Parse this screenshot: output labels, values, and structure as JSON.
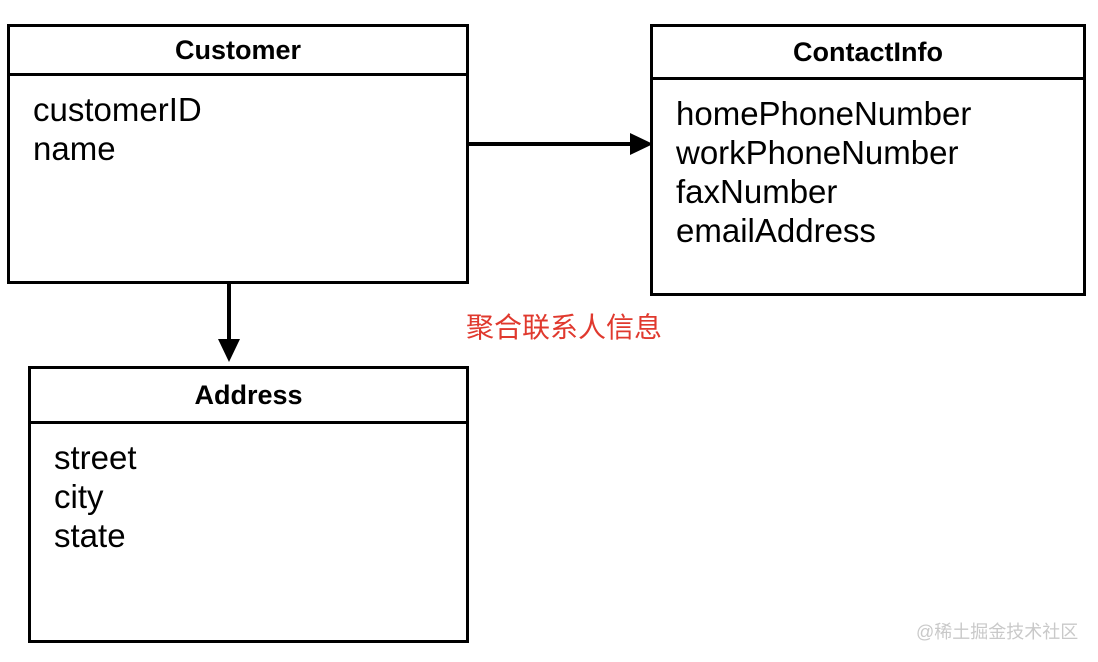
{
  "diagram": {
    "type": "uml-class-diagram",
    "classes": [
      {
        "title": "Customer",
        "fields": [
          "customerID",
          "name"
        ]
      },
      {
        "title": "ContactInfo",
        "fields": [
          "homePhoneNumber",
          "workPhoneNumber",
          "faxNumber",
          "emailAddress"
        ]
      },
      {
        "title": "Address",
        "fields": [
          "street",
          "city",
          "state"
        ]
      }
    ],
    "relations": [
      {
        "from": "Customer",
        "to": "ContactInfo",
        "style": "solid-arrow",
        "direction": "right"
      },
      {
        "from": "Customer",
        "to": "Address",
        "style": "solid-arrow",
        "direction": "down"
      }
    ],
    "annotation": {
      "text": "聚合联系人信息",
      "color": "#e0392e"
    },
    "watermark": {
      "text": "@稀土掘金技术社区",
      "color": "#c9c9c9"
    },
    "colors": {
      "background": "#ffffff",
      "box_border": "#000000",
      "text": "#000000"
    }
  }
}
